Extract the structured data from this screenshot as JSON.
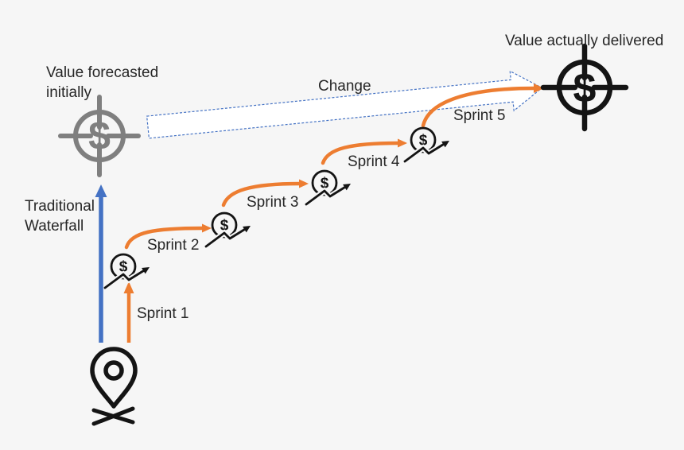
{
  "colors": {
    "bg": "#f6f6f6",
    "orange": "#ED7D31",
    "blue": "#4472C4",
    "gray": "#7F7F7F",
    "ink": "#141414",
    "text": "#262626",
    "arrow_fill": "#ffffff"
  },
  "labels": {
    "forecast_line1": "Value forecasted",
    "forecast_line2": "initially",
    "delivered": "Value actually delivered",
    "waterfall_line1": "Traditional",
    "waterfall_line2": "Waterfall",
    "change": "Change",
    "sprints": [
      "Sprint 1",
      "Sprint 2",
      "Sprint 3",
      "Sprint 4",
      "Sprint 5"
    ]
  },
  "icons": {
    "dollar_glyph": "$",
    "start_marker": "location-pin-icon",
    "forecast_marker": "target-dollar-icon",
    "delivered_marker": "target-dollar-icon",
    "sprint_marker": "money-growth-icon",
    "change_marker": "hollow-dashed-arrow"
  }
}
